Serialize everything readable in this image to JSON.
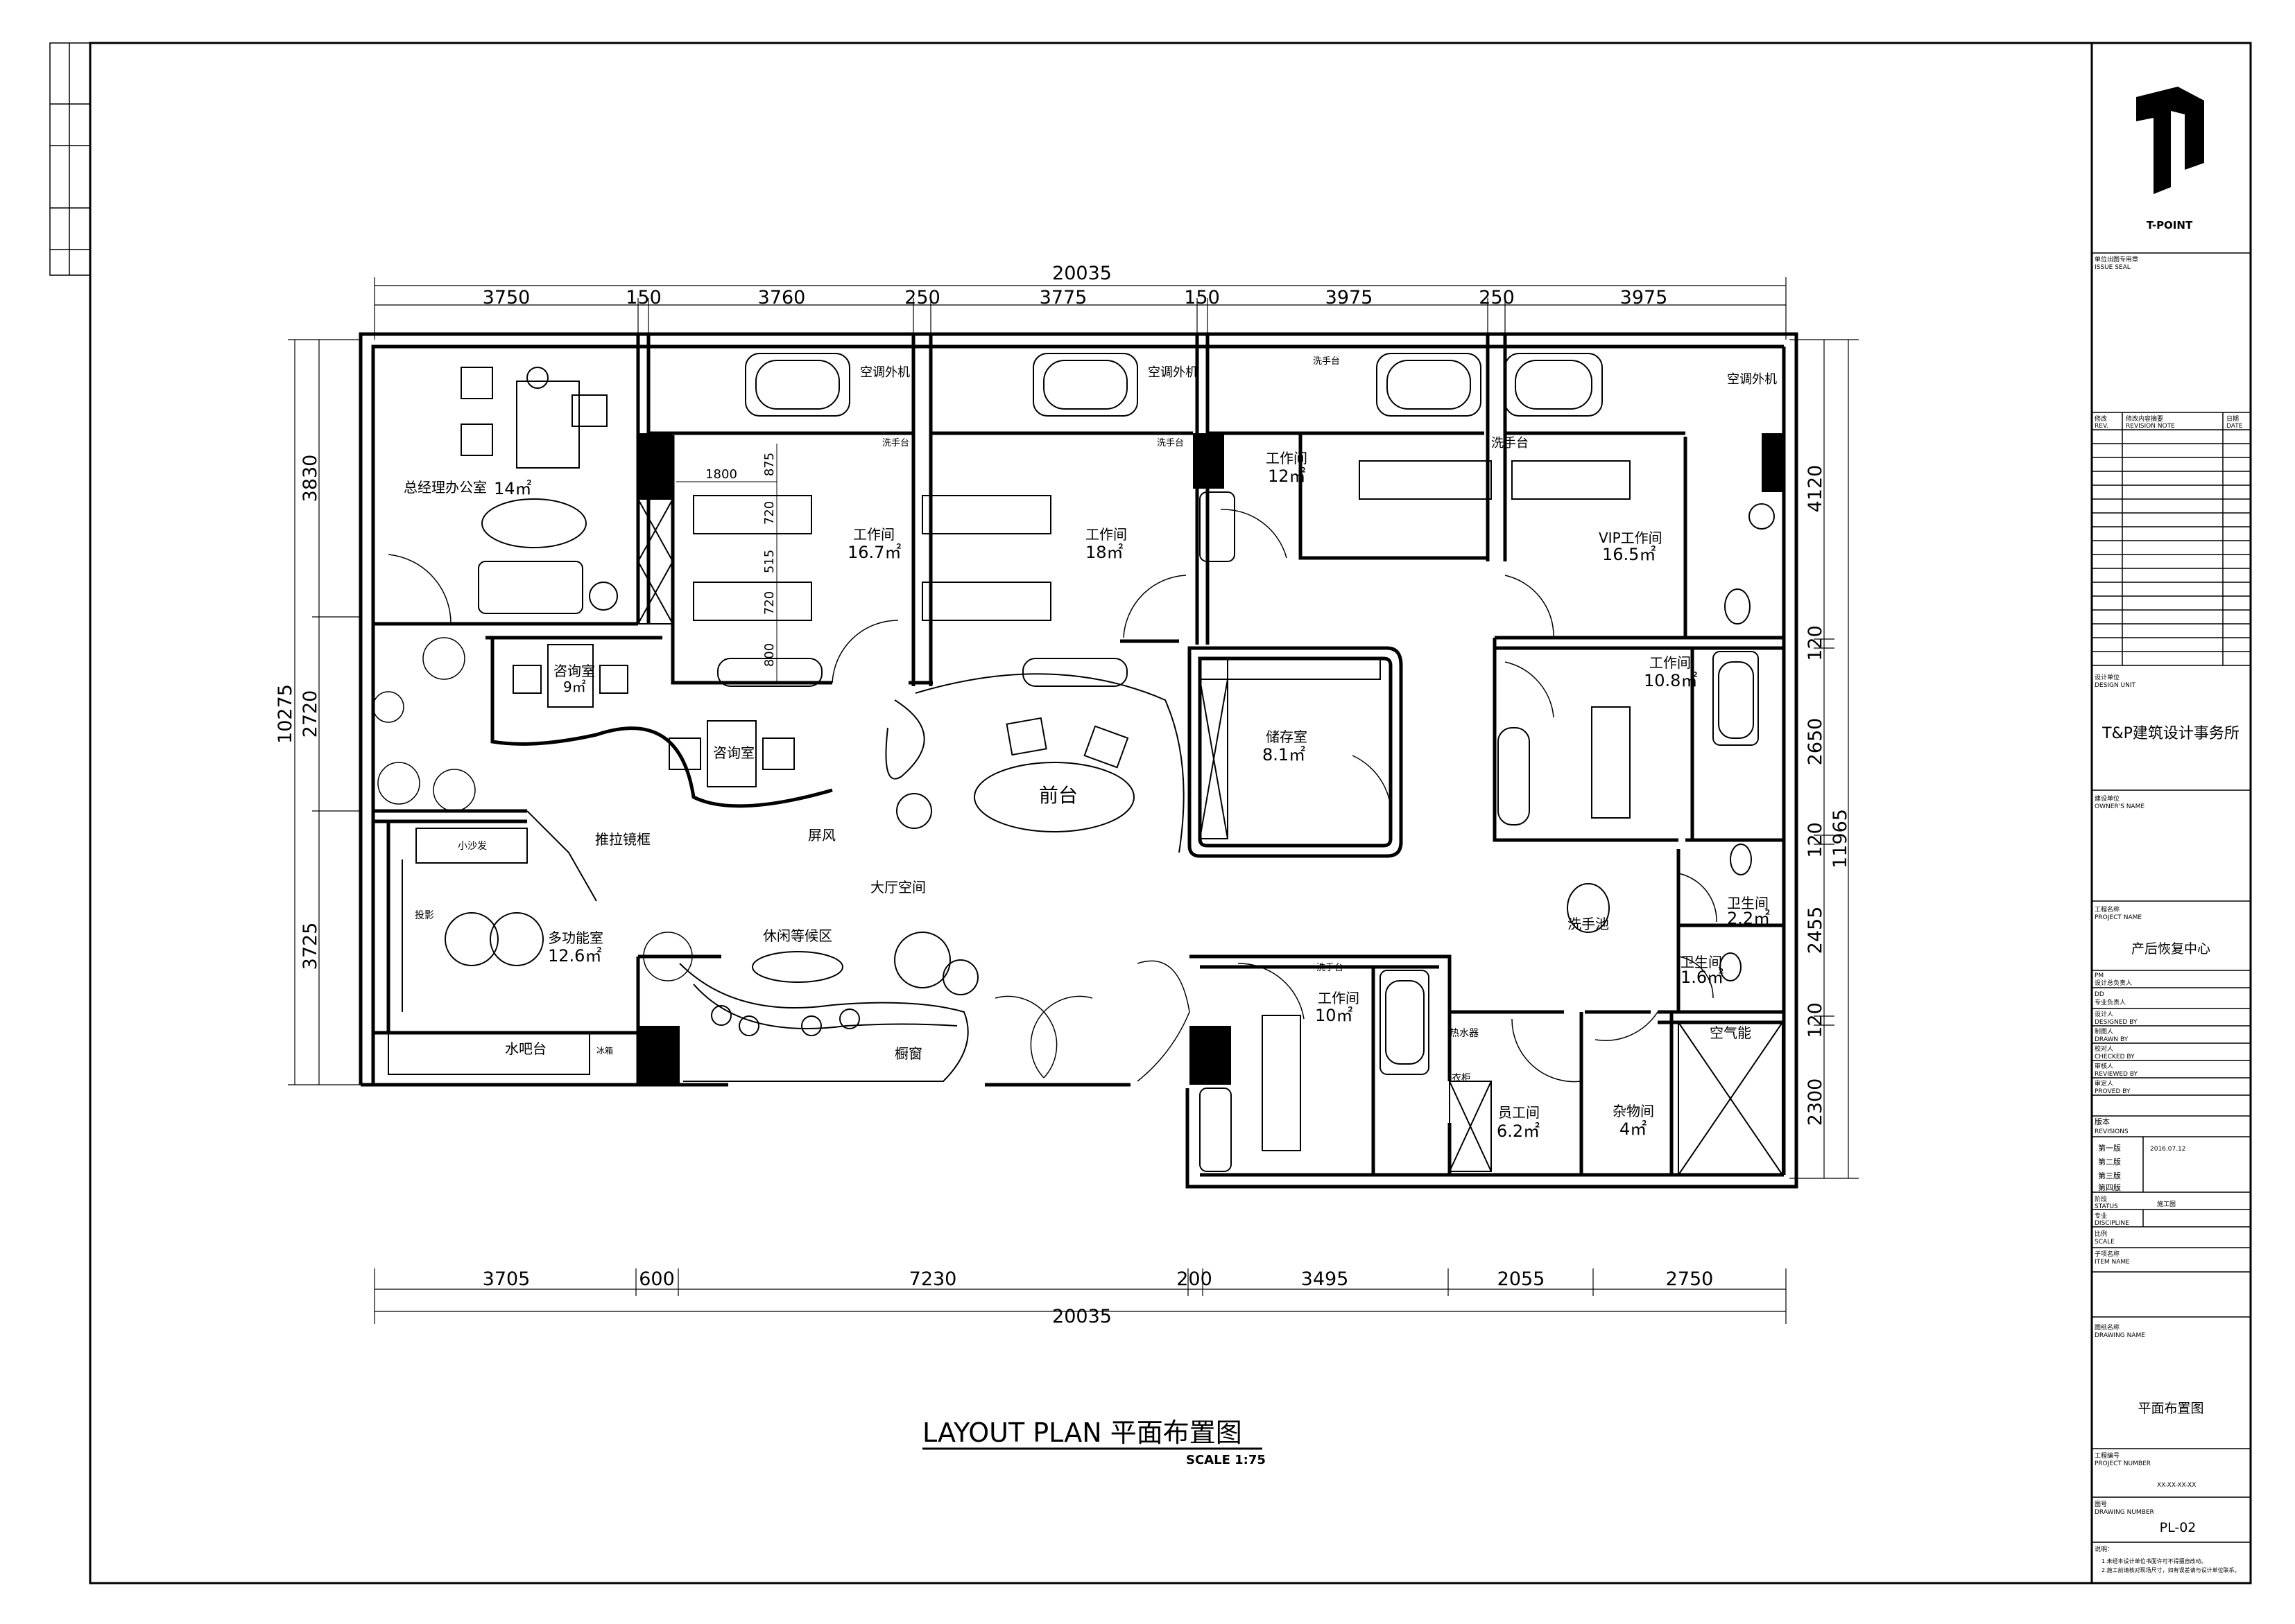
{
  "title_block": {
    "logo_text": "T-POINT",
    "issue_seal_cn": "单位出图专用章",
    "issue_seal_en": "ISSUE SEAL",
    "rev_cn": "修改",
    "rev_en": "REV.",
    "revision_note_cn": "修改内容摘要",
    "revision_note_en": "REVISION NOTE",
    "date_cn": "日期",
    "date_en": "DATE",
    "design_unit_cn": "设计单位",
    "design_unit_en": "DESIGN UNIT",
    "design_unit_name": "T&P建筑设计事务所",
    "owner_cn": "建设单位",
    "owner_en": "OWNER'S NAME",
    "project_name_cn": "工程名称",
    "project_name_en": "PROJECT NAME",
    "project_name": "产后恢复中心",
    "pm_en": "PM",
    "pm_cn": "设计总负责人",
    "dd_en": "DD",
    "dd_cn": "专业负责人",
    "designer_cn": "设计人",
    "designer_en": "DESIGNED BY",
    "drawer_cn": "制图人",
    "drawer_en": "DRAWN BY",
    "checker_cn": "校对人",
    "checker_en": "CHECKED BY",
    "reviewer_cn": "审核人",
    "reviewer_en": "REVIEWED BY",
    "approver_cn": "审定人",
    "approver_en": "PROVED BY",
    "revisions_cn": "版本",
    "revisions_en": "REVISIONS",
    "rev_list": [
      "第一版",
      "第二版",
      "第三版",
      "第四版"
    ],
    "rev1_date": "2016.07.12",
    "status_cn": "阶段",
    "status_en": "STATUS",
    "status_value": "施工图",
    "discipline_cn": "专业",
    "discipline_en": "DISCIPLINE",
    "scale_cn": "比例",
    "scale_en": "SCALE",
    "item_name_cn": "子项名称",
    "item_name_en": "ITEM NAME",
    "drawing_name_cn": "图纸名称",
    "drawing_name_en": "DRAWING NAME",
    "drawing_name": "平面布置图",
    "project_number_cn": "工程编号",
    "project_number_en": "PROJECT NUMBER",
    "project_number": "XX-XX-XX-XX",
    "drawing_number_cn": "图号",
    "drawing_number_en": "DRAWING NUMBER",
    "drawing_number": "PL-02",
    "notes_cn": "说明：",
    "note_1": "1.未经本设计单位书面许可不得擅自改动。",
    "note_2": "2.施工前请核对现场尺寸，如有误差请与设计单位联系。"
  },
  "dims": {
    "top_total": "20035",
    "top_segments": [
      "3750",
      "150",
      "3760",
      "250",
      "3775",
      "150",
      "3975",
      "250",
      "3975"
    ],
    "bottom_total": "20035",
    "bottom_segments": [
      "3705",
      "600",
      "7230",
      "200",
      "3495",
      "2055",
      "2750"
    ],
    "left_total": "10275",
    "left_segments": [
      "3830",
      "2720",
      "3725"
    ],
    "right_total": "11965",
    "right_segments": [
      "4120",
      "120",
      "2650",
      "120",
      "2455",
      "120",
      "2300"
    ],
    "inner": [
      "1800",
      "875",
      "720",
      "515",
      "720",
      "800"
    ]
  },
  "rooms": {
    "gm_office": "总经理办公室",
    "gm_area": "14㎡",
    "work1": "工作间",
    "work1_area": "16.7㎡",
    "work2": "工作间",
    "work2_area": "18㎡",
    "work3": "工作间",
    "work3_area": "12㎡",
    "vip": "VIP工作间",
    "vip_area": "16.5㎡",
    "consult1": "咨询室",
    "consult1_area": "9㎡",
    "consult2": "咨询室",
    "storage": "储存室",
    "storage_area": "8.1㎡",
    "front_desk": "前台",
    "screen": "屏风",
    "hall": "大厅空间",
    "mirror": "推拉镜框",
    "multi": "多功能室",
    "multi_area": "12.6㎡",
    "sofa": "小沙发",
    "projector": "投影",
    "water_bar": "水吧台",
    "water_bar_small": "冰箱",
    "lounge": "休闲等候区",
    "window": "橱窗",
    "wash_pool": "洗手池",
    "work4": "工作间",
    "work4_area": "10.8㎡",
    "toilet1": "卫生间",
    "toilet1_area": "2.2㎡",
    "toilet2": "卫生间",
    "toilet2_area": "1.6㎡",
    "work5": "工作间",
    "work5_area": "10㎡",
    "staff": "员工间",
    "staff_area": "6.2㎡",
    "sundry": "杂物间",
    "sundry_area": "4㎡",
    "air": "空气能",
    "heater": "热水器",
    "locker": "衣柜",
    "ac1": "空调外机",
    "ac2": "空调外机",
    "ac3": "空调外机",
    "sink_label": "洗手台",
    "sink_label2": "洗手台",
    "sink_label3": "洗手台",
    "sink_label4": "洗手台",
    "sink_label5": "洗手台"
  },
  "caption": {
    "title": "LAYOUT PLAN 平面布置图",
    "scale": "SCALE 1:75"
  }
}
